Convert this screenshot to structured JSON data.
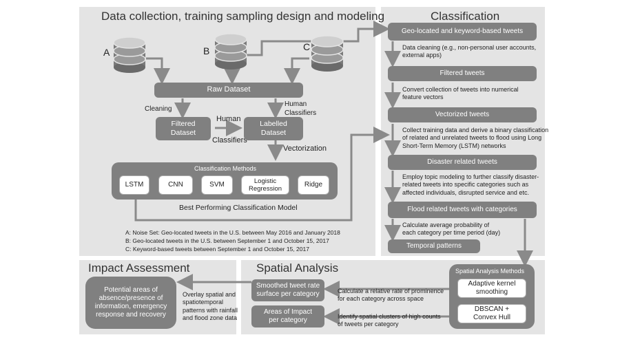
{
  "panels": {
    "data_collection": {
      "title": "Data collection, training sampling design and modeling",
      "sources": [
        "A",
        "B",
        "C"
      ],
      "raw_dataset": "Raw Dataset",
      "cleaning": "Cleaning",
      "human_classifiers_top": "Human\nClassifiers",
      "filtered_dataset": "Filtered\nDataset",
      "human": "Human",
      "classifiers": "Classifiers",
      "labelled_dataset": "Labelled\nDataset",
      "vectorization": "Vectorization",
      "methods_title": "Classification Methods",
      "methods": [
        "LSTM",
        "CNN",
        "SVM",
        "Logistic\nRegression",
        "Ridge"
      ],
      "best_model": "Best Performing Classification Model",
      "notes": [
        "A: Noise Set: Geo-located tweets in the U.S. between May 2016 and January 2018",
        "B: Geo-located tweets in the U.S. between September 1 and October 15, 2017",
        "C: Keyword-based tweets between September 1 and October 15, 2017"
      ]
    },
    "classification": {
      "title": "Classification",
      "boxes": [
        "Geo-located and keyword-based tweets",
        "Filtered tweets",
        "Vectorized tweets",
        "Disaster related tweets",
        "Flood related tweets with categories",
        "Temporal patterns"
      ],
      "steps": [
        "Data cleaning (e.g., non-personal user accounts,\nexternal apps)",
        "Convert collection of tweets into numerical\nfeature vectors",
        "Collect training data and derive a binary classification\nof related and unrelated tweets to flood using Long\nShort-Term Memory (LSTM) networks",
        "Employ topic modeling to further classify disaster-\nrelated tweets into specific categories such as\naffected individuals, disrupted service and etc.",
        "Calculate average probability of\neach category per time period (day)"
      ]
    },
    "impact": {
      "title": "Impact Assessment",
      "box": "Potential areas of\nabsence/presence of\ninformation, emergency\nresponse and recovery",
      "note": "Overlay spatial and\nspatiotemporal\npatterns with rainfall\nand flood zone data"
    },
    "spatial": {
      "title": "Spatial Analysis",
      "box_smoothed": "Smoothed tweet rate\nsurface per category",
      "box_areas": "Areas of Impact\nper category",
      "note_rate": "Calculate a relative rate of prominence\nfor each category across space",
      "note_clusters": "Identify spatial clusters of high counts\nof tweets per category",
      "methods_title": "Spatial Analysis Methods",
      "methods": [
        "Adaptive kernel\nsmoothing",
        "DBSCAN +\nConvex Hull"
      ]
    }
  }
}
